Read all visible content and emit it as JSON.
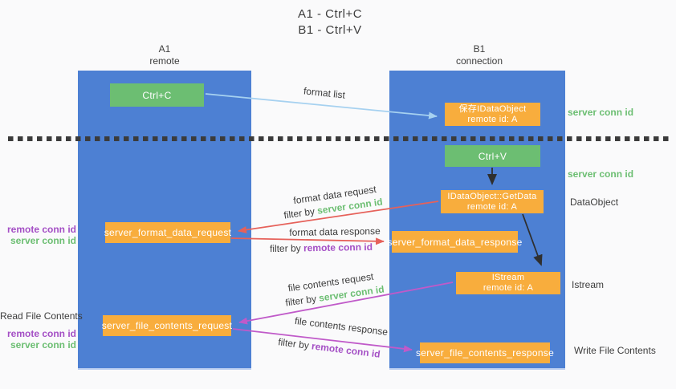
{
  "title": {
    "line1": "A1 - Ctrl+C",
    "line2": "B1 - Ctrl+V"
  },
  "lifelines": {
    "left": {
      "title": "A1",
      "subtitle": "remote"
    },
    "right": {
      "title": "B1",
      "subtitle": "connection"
    }
  },
  "nodes": {
    "ctrl_c": {
      "label": "Ctrl+C"
    },
    "ctrl_v": {
      "label": "Ctrl+V"
    },
    "save_dataobject": {
      "line1": "保存IDataObject",
      "line2": "remote id: A"
    },
    "getdata": {
      "line1": "IDataObject::GetData",
      "line2": "remote id: A"
    },
    "istream": {
      "line1": "IStream",
      "line2": "remote id: A"
    },
    "format_request": {
      "label": "server_format_data_request"
    },
    "format_response": {
      "label": "server_format_data_response"
    },
    "file_request": {
      "label": "server_file_contents_request"
    },
    "file_response": {
      "label": "server_file_contents_response"
    }
  },
  "arrow_labels": {
    "format_list": "format list",
    "format_data_request": "format data request",
    "format_data_request_filter": {
      "prefix": "filter by ",
      "key": "server conn id"
    },
    "format_data_response": "format data response",
    "format_data_response_filter": {
      "prefix": "filter by ",
      "key": "remote conn id"
    },
    "file_contents_request": "file contents request",
    "file_contents_request_filter": {
      "prefix": "filter by ",
      "key": "server conn id"
    },
    "file_contents_response": "file contents response",
    "file_contents_response_filter": {
      "prefix": "filter by ",
      "key": "remote conn id"
    }
  },
  "side_labels": {
    "left_format": {
      "remote": "remote conn id",
      "server": "server conn id"
    },
    "read_file": "Read File Contents",
    "left_file": {
      "remote": "remote conn id",
      "server": "server conn id"
    },
    "right_server_top": "server conn id",
    "right_server_mid": "server conn id",
    "dataobject": "DataObject",
    "istream": "Istream",
    "write_file": "Write File Contents"
  },
  "colors": {
    "lifeline_blue": "#4d80d3",
    "node_green": "#6cbe72",
    "node_orange": "#f8ad3d",
    "arrow_lightblue": "#a6d1f0",
    "arrow_red": "#e6615a",
    "arrow_purple": "#c05ac9",
    "arrow_black": "#2f2f2f",
    "text_green": "#6cbe72",
    "text_purple": "#a44fc5",
    "dotted_line": "#3b3b3b",
    "background": "#fafafb"
  }
}
